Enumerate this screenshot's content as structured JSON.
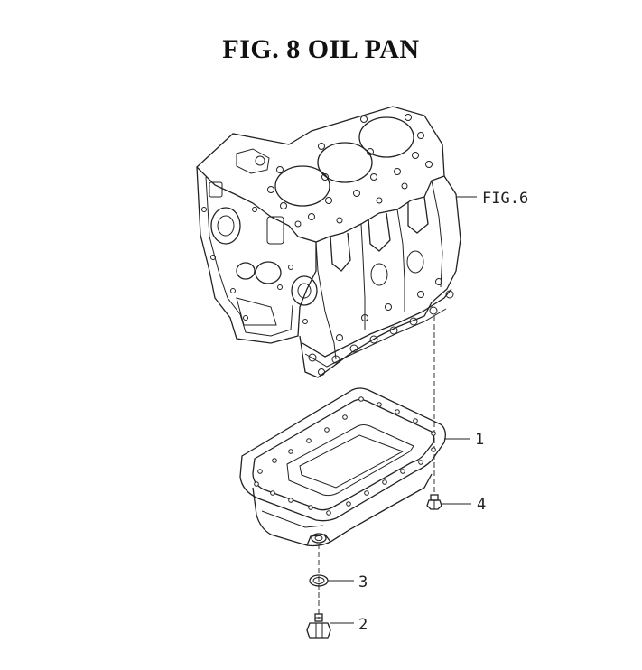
{
  "title": "FIG. 8  OIL PAN",
  "callouts": {
    "fig6": "FIG.6",
    "part1": "1",
    "part2": "2",
    "part3": "3",
    "part4": "4"
  }
}
